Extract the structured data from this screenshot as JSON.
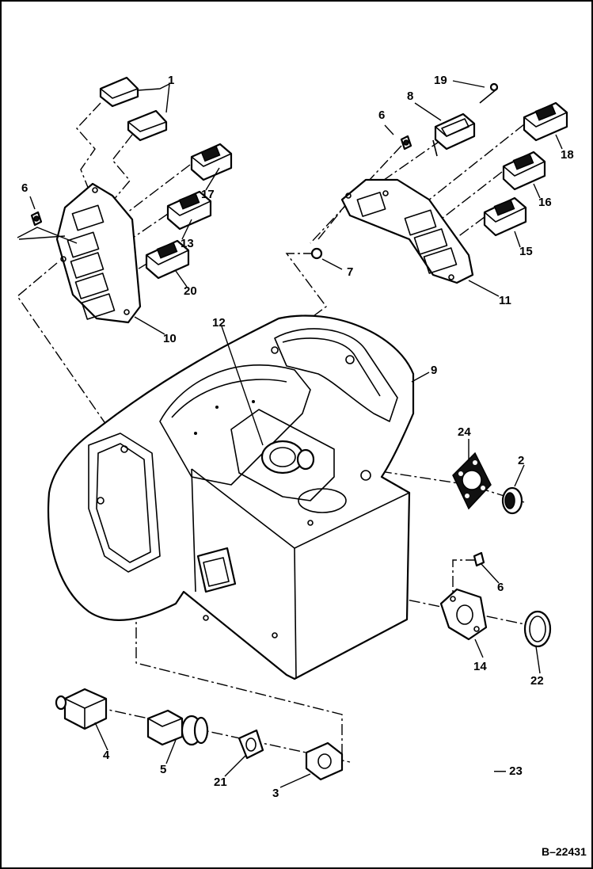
{
  "callouts": {
    "c1": "1",
    "c2": "2",
    "c3": "3",
    "c4": "4",
    "c5": "5",
    "c6a": "6",
    "c6b": "6",
    "c6c": "6",
    "c7": "7",
    "c8": "8",
    "c9": "9",
    "c10": "10",
    "c11": "11",
    "c12": "12",
    "c13": "13",
    "c14": "14",
    "c15": "15",
    "c16": "16",
    "c17": "17",
    "c18": "18",
    "c19": "19",
    "c20": "20",
    "c21": "21",
    "c22": "22",
    "c24": "24"
  },
  "page_marker": "— 23",
  "drawing_number": "B–22431"
}
